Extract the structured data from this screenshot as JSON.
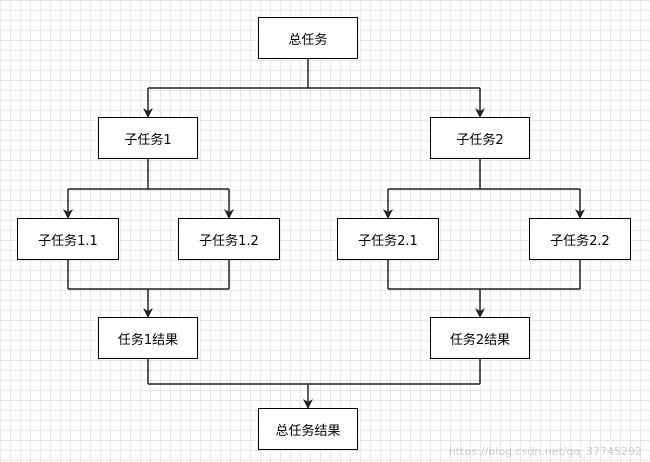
{
  "diagram": {
    "nodes": {
      "root": "总任务",
      "sub1": "子任务1",
      "sub2": "子任务2",
      "sub11": "子任务1.1",
      "sub12": "子任务1.2",
      "sub21": "子任务2.1",
      "sub22": "子任务2.2",
      "res1": "任务1结果",
      "res2": "任务2结果",
      "final": "总任务结果"
    },
    "edges": [
      {
        "from": "root",
        "to": [
          "sub1",
          "sub2"
        ]
      },
      {
        "from": "sub1",
        "to": [
          "sub11",
          "sub12"
        ]
      },
      {
        "from": "sub2",
        "to": [
          "sub21",
          "sub22"
        ]
      },
      {
        "from": [
          "sub11",
          "sub12"
        ],
        "to": "res1"
      },
      {
        "from": [
          "sub21",
          "sub22"
        ],
        "to": "res2"
      },
      {
        "from": [
          "res1",
          "res2"
        ],
        "to": "final"
      }
    ],
    "colors": {
      "line": "#222222",
      "grid": "#e6e6e6",
      "box_border": "#000000"
    }
  },
  "watermark": "https://blog.csdn.net/qq_37745292"
}
